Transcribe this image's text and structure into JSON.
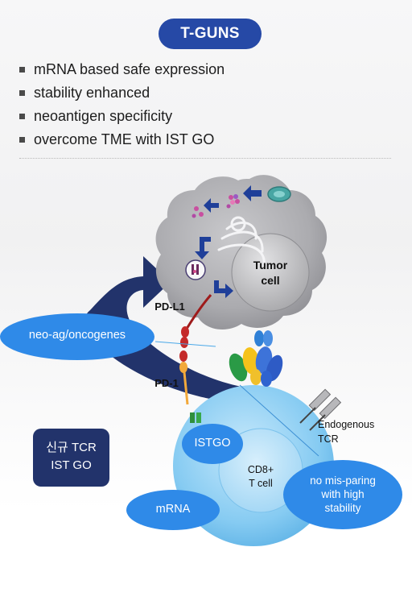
{
  "title": "T-GUNS",
  "bullets": [
    "mRNA based safe expression",
    "stability enhanced",
    "neoantigen specificity",
    "overcome TME with IST GO"
  ],
  "diagram": {
    "tumor_label_line1": "Tumor",
    "tumor_label_line2": "cell",
    "pdl1_label": "PD-L1",
    "pd1_label": "PD-1",
    "neoag_label": "neo-ag/oncogenes",
    "box_line1": "신규 TCR",
    "box_line2": "IST GO",
    "istgo_label": "ISTGO",
    "cd8_line1": "CD8+",
    "cd8_line2": "T cell",
    "mrna_label": "mRNA",
    "endogenous_line1": "Endogenous",
    "endogenous_line2": "TCR",
    "nomis_line1": "no mis-paring",
    "nomis_line2": "with high",
    "nomis_line3": "stability"
  },
  "colors": {
    "accent_blue": "#2649a6",
    "navy_arrow": "#22336b",
    "pill_blue": "#2f8ae8",
    "tcell_blue": "#7dc4f0",
    "tumor_gray": "#a9a9ad"
  }
}
